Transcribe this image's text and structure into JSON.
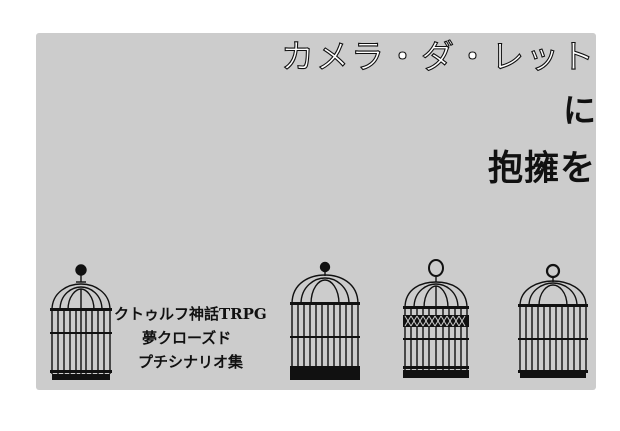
{
  "title": {
    "line1": "カメラ・ダ・レット",
    "line2": "に",
    "line3": "抱擁を"
  },
  "subtitle": {
    "line1": "クトゥルフ神話TRPG",
    "line2": "夢クローズド",
    "line3": "プチシナリオ集"
  },
  "illustrations": [
    "birdcage-icon",
    "birdcage-icon",
    "birdcage-icon",
    "birdcage-icon"
  ],
  "colors": {
    "background": "#ffffff",
    "card": "#cccccc",
    "ink": "#111111"
  }
}
